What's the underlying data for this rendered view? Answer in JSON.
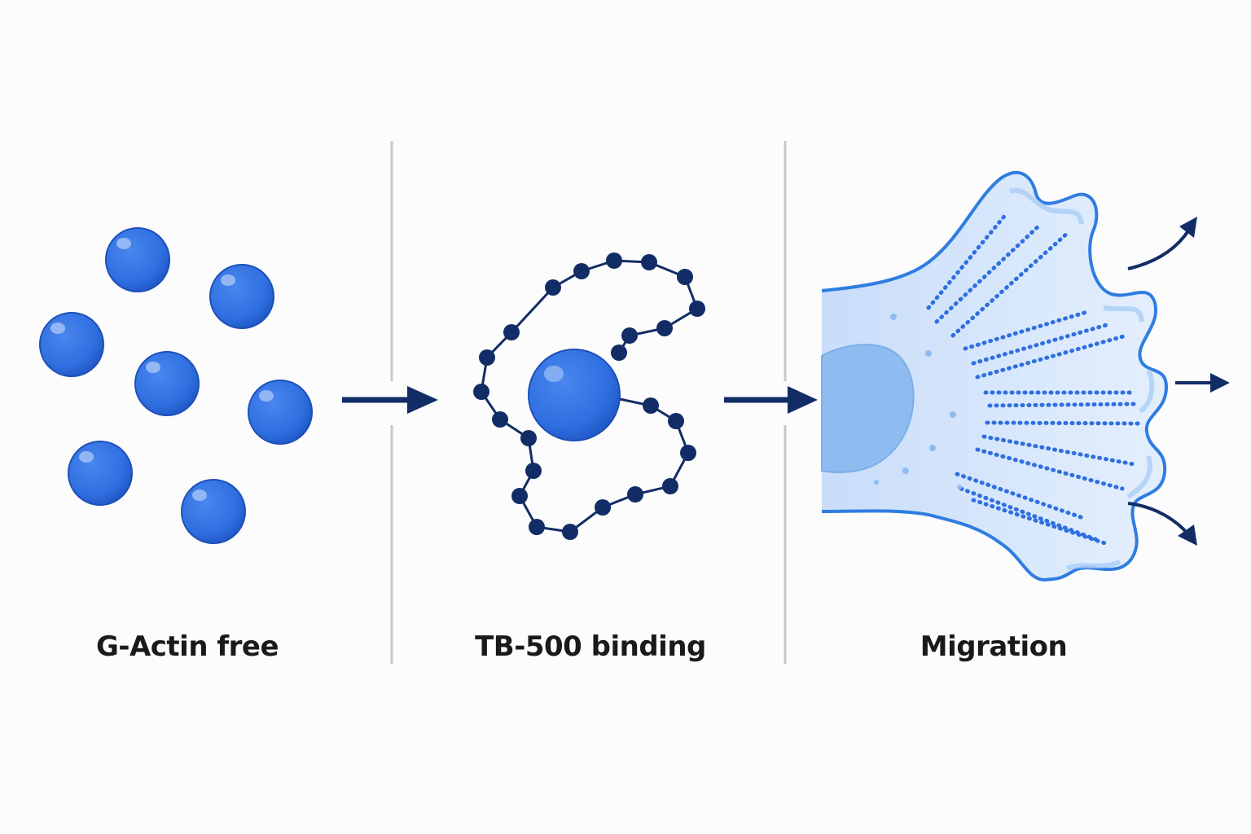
{
  "panels": [
    {
      "label": "G-Actin free"
    },
    {
      "label": "TB-500 binding"
    },
    {
      "label": "Migration"
    }
  ],
  "colors": {
    "actin": "#2f6fe0",
    "actin_dark": "#1d4fb8",
    "peptide": "#122d66",
    "arrow": "#122d66",
    "divider": "#c8c8c8",
    "cell_fill": "#cfe2fb",
    "cell_edge": "#2f7de1",
    "nucleus": "#8ebcf1",
    "filament": "#2f6fe0"
  },
  "icons": [
    "actin-monomer",
    "tb500-peptide-chain",
    "cell-lamellipodium",
    "direction-arrow"
  ]
}
